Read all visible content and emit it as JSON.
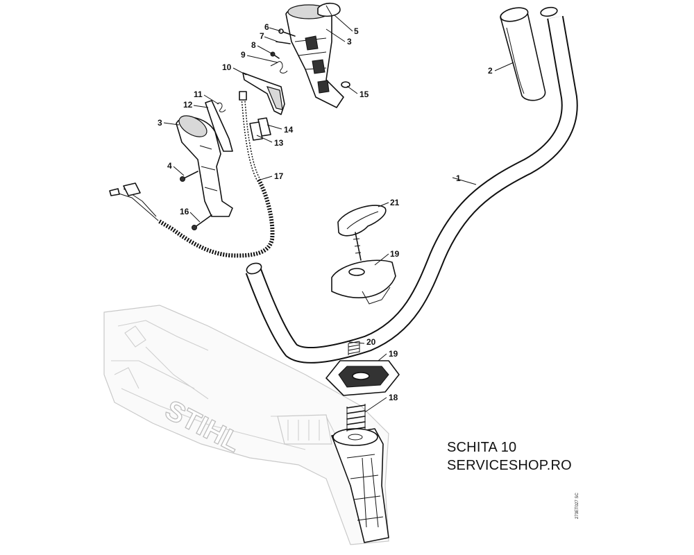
{
  "caption": {
    "line1": "SCHITA 10",
    "line2": "SERVICESHOP.RO"
  },
  "document_code": "273ET027 SC",
  "brand_mark": "STIHL",
  "callouts": {
    "p1": "1",
    "p2": "2",
    "p3a": "3",
    "p3b": "3",
    "p4": "4",
    "p5": "5",
    "p6": "6",
    "p7": "7",
    "p8": "8",
    "p9": "9",
    "p10": "10",
    "p11": "11",
    "p12": "12",
    "p13": "13",
    "p14": "14",
    "p15": "15",
    "p16": "16",
    "p17": "17",
    "p18": "18",
    "p19a": "19",
    "p19b": "19",
    "p20": "20",
    "p21": "21"
  }
}
